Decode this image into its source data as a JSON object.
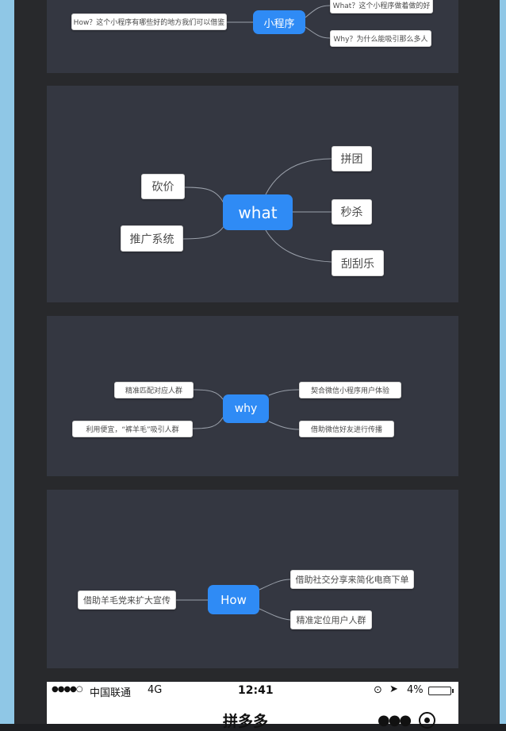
{
  "panels": [
    {
      "center": "小程序",
      "left": [
        "How？这个小程序有哪些好的地方我们可以借鉴"
      ],
      "right": [
        "What？这个小程序做着做的好",
        "Why？为什么能吸引那么多人"
      ]
    },
    {
      "center": "what",
      "left": [
        "砍价",
        "推广系统"
      ],
      "right": [
        "拼团",
        "秒杀",
        "刮刮乐"
      ]
    },
    {
      "center": "why",
      "left": [
        "精准匹配对应人群",
        "利用便宜，“裤羊毛”吸引人群"
      ],
      "right": [
        "契合微信小程序用户体验",
        "借助微信好友进行传播"
      ]
    },
    {
      "center": "How",
      "left": [
        "借助羊毛党来扩大宣传"
      ],
      "right": [
        "借助社交分享来简化电商下单",
        "精准定位用户人群"
      ]
    }
  ],
  "status_bar": {
    "signal": "●●●●○",
    "carrier": "中国联通",
    "network": "4G",
    "time": "12:41",
    "battery": "4%",
    "location_icon": "location-arrow-icon",
    "lock_icon": "rotation-lock-icon"
  },
  "app_header": {
    "title": "拼多多",
    "more_icon": "more-dots-icon",
    "close_icon": "target-close-icon"
  },
  "colors": {
    "panel_bg": "#343741",
    "center_node": "#2f8bf5",
    "connector": "#9aa0aa"
  }
}
